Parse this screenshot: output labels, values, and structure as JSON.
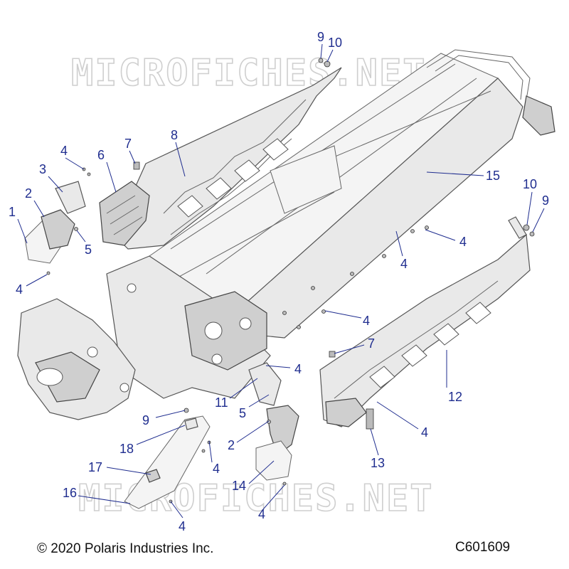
{
  "watermark_text": "MICROFICHES.NET",
  "callouts": [
    "9",
    "10",
    "1",
    "2",
    "3",
    "4",
    "5",
    "4",
    "6",
    "7",
    "8",
    "15",
    "10",
    "9",
    "4",
    "4",
    "4",
    "7",
    "4",
    "11",
    "5",
    "12",
    "9",
    "18",
    "2",
    "4",
    "17",
    "4",
    "14",
    "16",
    "4",
    "4",
    "13"
  ],
  "footer": {
    "copyright": "© 2020 Polaris Industries Inc.",
    "diagram_code": "C601609"
  },
  "colors": {
    "callout": "#1f2d8f",
    "line_art": "#555555"
  }
}
